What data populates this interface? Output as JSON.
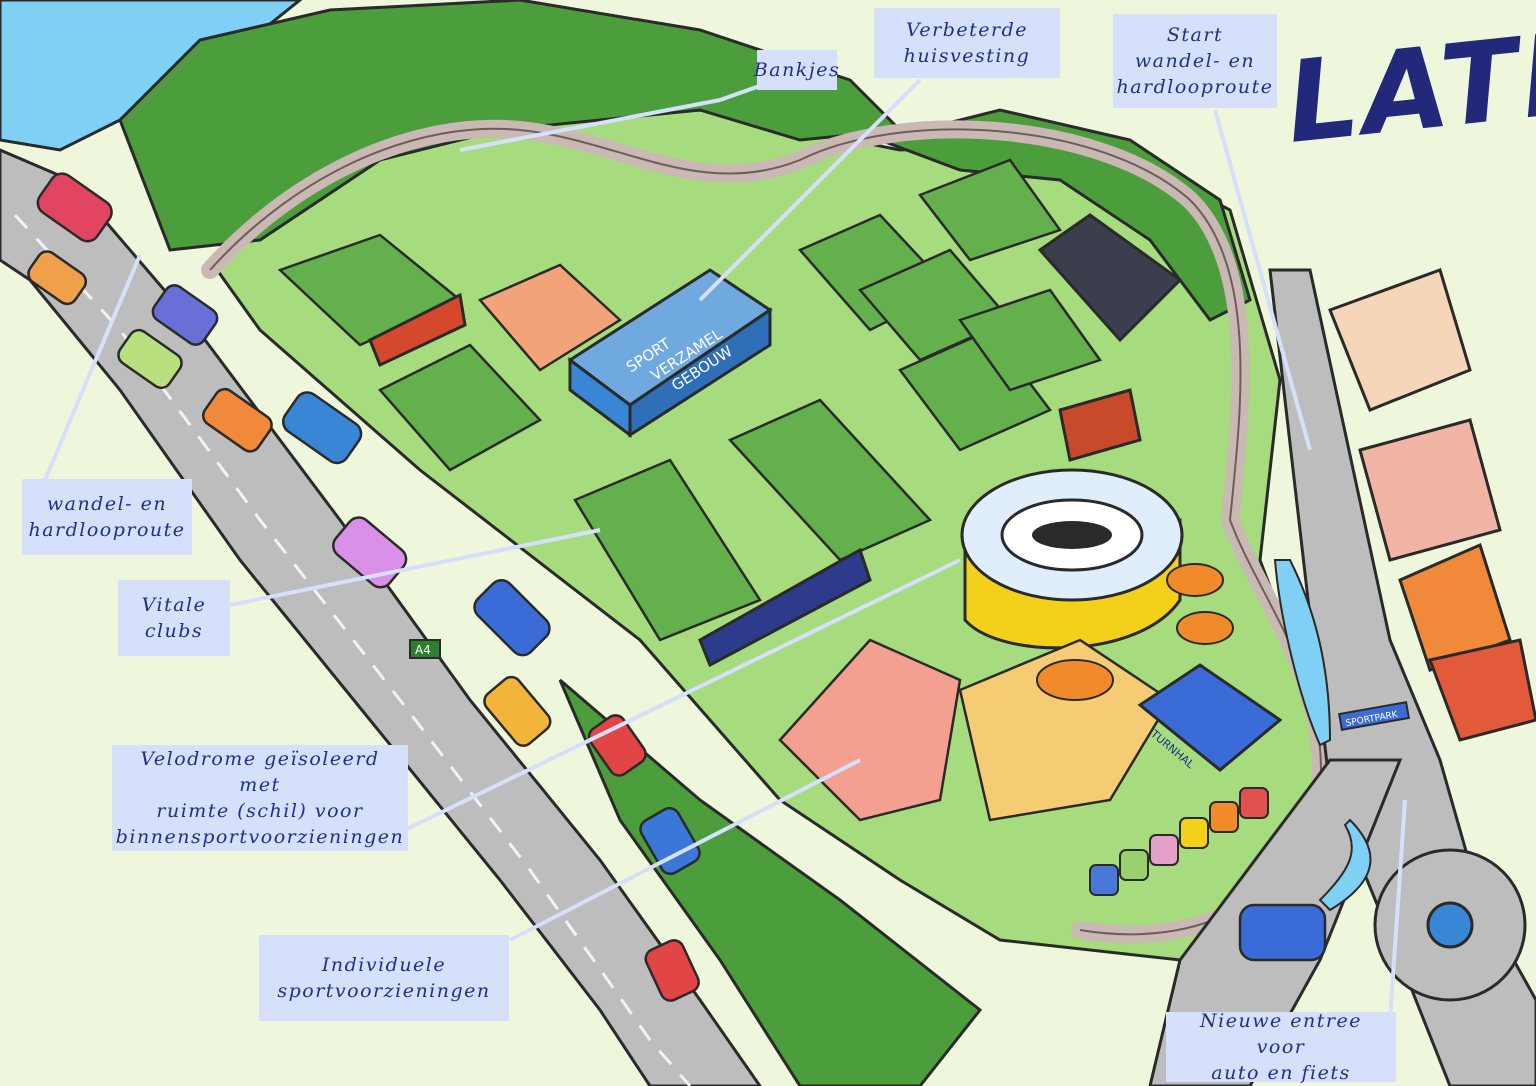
{
  "title": "LATER",
  "labels": {
    "bankjes": "Bankjes",
    "huisvesting": [
      "Verbeterde",
      "huisvesting"
    ],
    "start_route": [
      "Start",
      "wandel- en",
      "hardlooproute"
    ],
    "wandel_route": [
      "wandel- en",
      "hardlooproute"
    ],
    "vitale_clubs": [
      "Vitale",
      "clubs"
    ],
    "velodrome": [
      "Velodrome geïsoleerd met",
      "ruimte (schil) voor",
      "binnensportvoorzieningen"
    ],
    "individuele": [
      "Individuele",
      "sportvoorzieningen"
    ],
    "nieuwe_entree": [
      "Nieuwe entree voor",
      "auto en fiets"
    ]
  },
  "map_text": {
    "building": [
      "SPORT",
      "VERZAMEL",
      "GEBOUW"
    ],
    "road_sign": "A4",
    "street_sign": "SPORTPARK",
    "gym_sign": "TURNHAL"
  },
  "colors": {
    "label_bg": "#d6e0fb",
    "label_text": "#1f2f8a",
    "grass": "#a6dc7e",
    "trees": "#4c9e3c",
    "road": "#b7b7b7",
    "path": "#c9b8b3",
    "water": "#7fd0f4",
    "building_blue": "#3a86d6",
    "velodrome_yellow": "#f3d11b"
  }
}
